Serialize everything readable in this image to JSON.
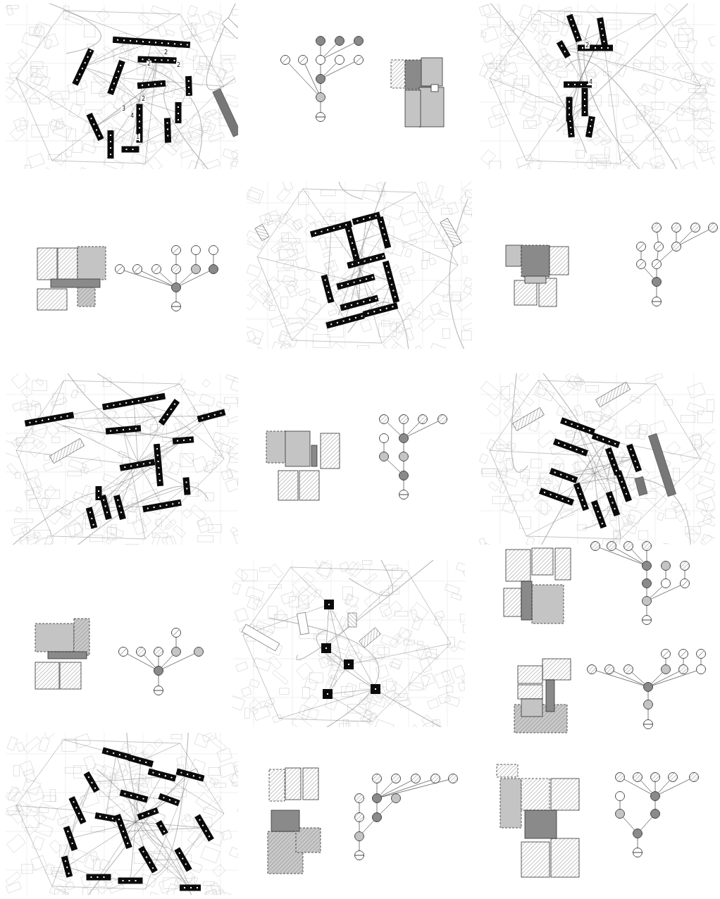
{
  "diagram": {
    "labels": [
      "2",
      "2",
      "2",
      "2",
      "3",
      "4",
      "1",
      "2",
      "4"
    ]
  }
}
